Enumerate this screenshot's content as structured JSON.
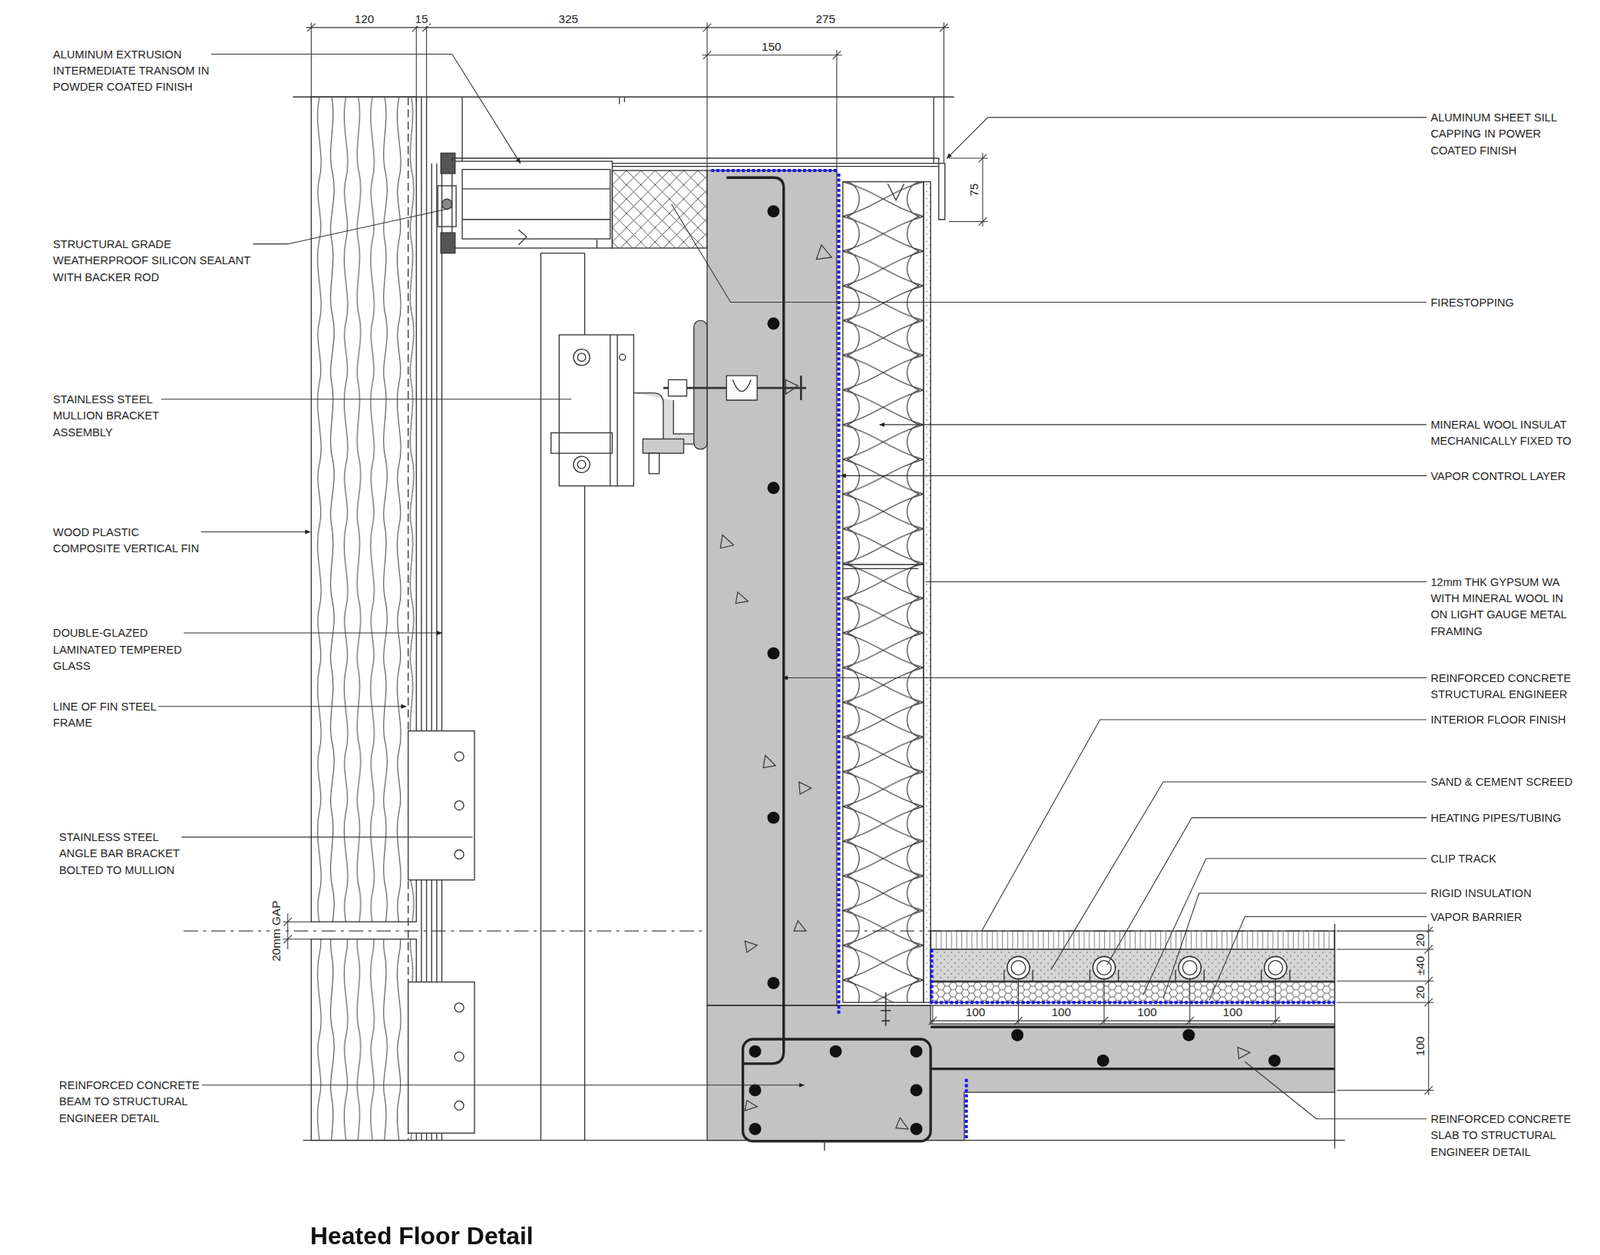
{
  "diagram": {
    "title": "Heated Floor Detail",
    "labels": [
      "120",
      "15",
      "325",
      "275",
      "150",
      "ALUMINUM EXTRUSION INTERMEDIATE TRANSOM IN POWDER COATED FINISH",
      "STRUCTURAL GRADE WEATHERPROOF SILICON SEALANT WITH BACKER ROD",
      "STAINLESS STEEL MULLION BRACKET ASSEMBLY",
      "WOOD PLASTIC COMPOSITE VERTICAL FIN",
      "DOUBLE-GLAZED LAMINATED TEMPERED GLASS",
      "LINE OF FIN STEEL FRAME",
      "STAINLESS STEEL ANGLE BAR BRACKET BOLTED TO MULLION",
      "20mm GAP",
      "REINFORCED CONCRETE BEAM TO STRUCTURAL ENGINEER DETAIL",
      "ALUMINUM SHEET SILL CAPPING IN POWER COATED FINISH",
      "75",
      "FIRESTOPPING",
      "MINERAL WOOL INSULAT MECHANICALLY FIXED TO",
      "VAPOR CONTROL LAYER",
      "12mm THK GYPSUM WA WITH MINERAL WOOL IN ON LIGHT GAUGE METAL FRAMING",
      "REINFORCED CONCRETE STRUCTURAL ENGINEER",
      "INTERIOR FLOOR FINISH",
      "SAND & CEMENT SCREED",
      "HEATING PIPES/TUBING",
      "CLIP TRACK",
      "RIGID INSULATION",
      "VAPOR BARRIER",
      "20",
      "±40",
      "20",
      "100",
      "100",
      "100",
      "100",
      "100",
      "REINFORCED CONCRETE SLAB TO STRUCTURAL ENGINEER DETAIL"
    ]
  }
}
